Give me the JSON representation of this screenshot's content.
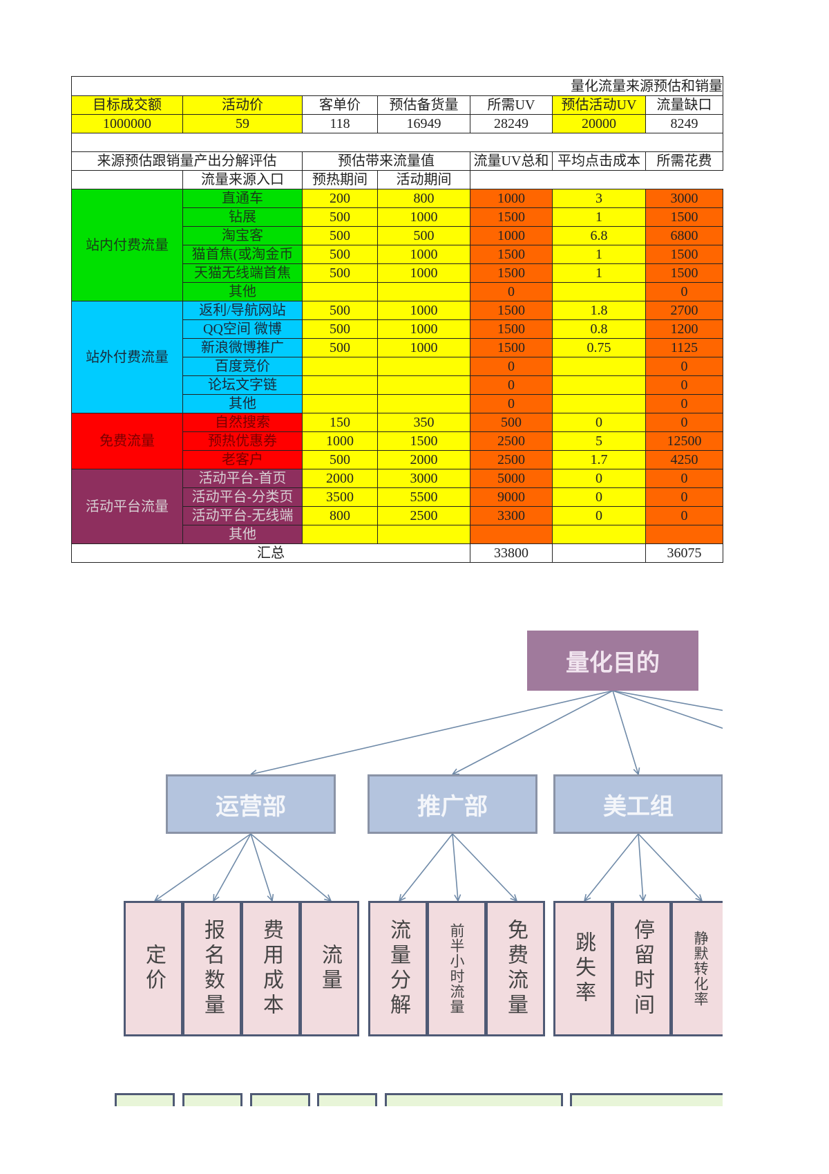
{
  "colors": {
    "yellow": "#ffff00",
    "orange": "#ff6600",
    "green": "#00e000",
    "cyan": "#00ccff",
    "red": "#ff0000",
    "purple": "#8e2f5e",
    "root_box": "#a07a9c",
    "dept_box": "#b4c4de",
    "metric_box": "#f2dcdf"
  },
  "sheet": {
    "title": "量化流量来源预估和销量",
    "summary_headers": [
      "目标成交额",
      "活动价",
      "客单价",
      "预估备货量",
      "所需UV",
      "预估活动UV",
      "流量缺口"
    ],
    "summary_values": [
      "1000000",
      "59",
      "118",
      "16949",
      "28249",
      "20000",
      "8249"
    ],
    "section_headers": {
      "evaluation": "来源预估跟销量产出分解评估",
      "expected_traffic": "预估带来流量值",
      "uv_total": "流量UV总和",
      "avg_cpc": "平均点击成本",
      "cost": "所需花费"
    },
    "sub_headers": {
      "source": "流量来源入口",
      "preheat": "预热期间",
      "activity": "活动期间"
    },
    "groups": [
      {
        "name": "站内付费流量",
        "color": "#00e000",
        "text_color": "#1a3a1a",
        "rows": [
          {
            "source": "直通车",
            "preheat": "200",
            "activity": "800",
            "uv_total": "1000",
            "cpc": "3",
            "cost": "3000"
          },
          {
            "source": "钻展",
            "preheat": "500",
            "activity": "1000",
            "uv_total": "1500",
            "cpc": "1",
            "cost": "1500"
          },
          {
            "source": "淘宝客",
            "preheat": "500",
            "activity": "500",
            "uv_total": "1000",
            "cpc": "6.8",
            "cost": "6800"
          },
          {
            "source": "猫首焦(或淘金币",
            "preheat": "500",
            "activity": "1000",
            "uv_total": "1500",
            "cpc": "1",
            "cost": "1500"
          },
          {
            "source": "天猫无线端首焦",
            "preheat": "500",
            "activity": "1000",
            "uv_total": "1500",
            "cpc": "1",
            "cost": "1500"
          },
          {
            "source": "其他",
            "preheat": "",
            "activity": "",
            "uv_total": "0",
            "cpc": "",
            "cost": "0"
          }
        ]
      },
      {
        "name": "站外付费流量",
        "color": "#00ccff",
        "text_color": "#1a2a3a",
        "rows": [
          {
            "source": "返利/导航网站",
            "preheat": "500",
            "activity": "1000",
            "uv_total": "1500",
            "cpc": "1.8",
            "cost": "2700"
          },
          {
            "source": "QQ空间  微博",
            "preheat": "500",
            "activity": "1000",
            "uv_total": "1500",
            "cpc": "0.8",
            "cost": "1200"
          },
          {
            "source": "新浪微博推广",
            "preheat": "500",
            "activity": "1000",
            "uv_total": "1500",
            "cpc": "0.75",
            "cost": "1125"
          },
          {
            "source": "百度竞价",
            "preheat": "",
            "activity": "",
            "uv_total": "0",
            "cpc": "",
            "cost": "0"
          },
          {
            "source": "论坛文字链",
            "preheat": "",
            "activity": "",
            "uv_total": "0",
            "cpc": "",
            "cost": "0"
          },
          {
            "source": "其他",
            "preheat": "",
            "activity": "",
            "uv_total": "0",
            "cpc": "",
            "cost": "0"
          }
        ]
      },
      {
        "name": "免费流量",
        "color": "#ff0000",
        "text_color": "#7a0000",
        "rows": [
          {
            "source": "自然搜索",
            "preheat": "150",
            "activity": "350",
            "uv_total": "500",
            "cpc": "0",
            "cost": "0"
          },
          {
            "source": "预热优惠券",
            "preheat": "1000",
            "activity": "1500",
            "uv_total": "2500",
            "cpc": "5",
            "cost": "12500"
          },
          {
            "source": "老客户",
            "preheat": "500",
            "activity": "2000",
            "uv_total": "2500",
            "cpc": "1.7",
            "cost": "4250"
          }
        ]
      },
      {
        "name": "活动平台流量",
        "color": "#8e2f5e",
        "text_color": "#d8d0d4",
        "rows": [
          {
            "source": "活动平台-首页",
            "preheat": "2000",
            "activity": "3000",
            "uv_total": "5000",
            "cpc": "0",
            "cost": "0"
          },
          {
            "source": "活动平台-分类页",
            "preheat": "3500",
            "activity": "5500",
            "uv_total": "9000",
            "cpc": "0",
            "cost": "0"
          },
          {
            "source": "活动平台-无线端",
            "preheat": "800",
            "activity": "2500",
            "uv_total": "3300",
            "cpc": "0",
            "cost": "0"
          },
          {
            "source": "其他",
            "preheat": "",
            "activity": "",
            "uv_total": "",
            "cpc": "",
            "cost": ""
          }
        ]
      }
    ],
    "total": {
      "label": "汇总",
      "uv_total": "33800",
      "cost": "36075"
    }
  },
  "diagram": {
    "root": "量化目的",
    "departments": [
      {
        "name": "运营部",
        "metrics": [
          "定价",
          "报名数量",
          "费用成本",
          "流量"
        ]
      },
      {
        "name": "推广部",
        "metrics": [
          "流量分解",
          "前半小时流量",
          "免费流量"
        ]
      },
      {
        "name": "美工组",
        "metrics": [
          "跳失率",
          "停留时间",
          "静默转化率"
        ]
      }
    ]
  }
}
